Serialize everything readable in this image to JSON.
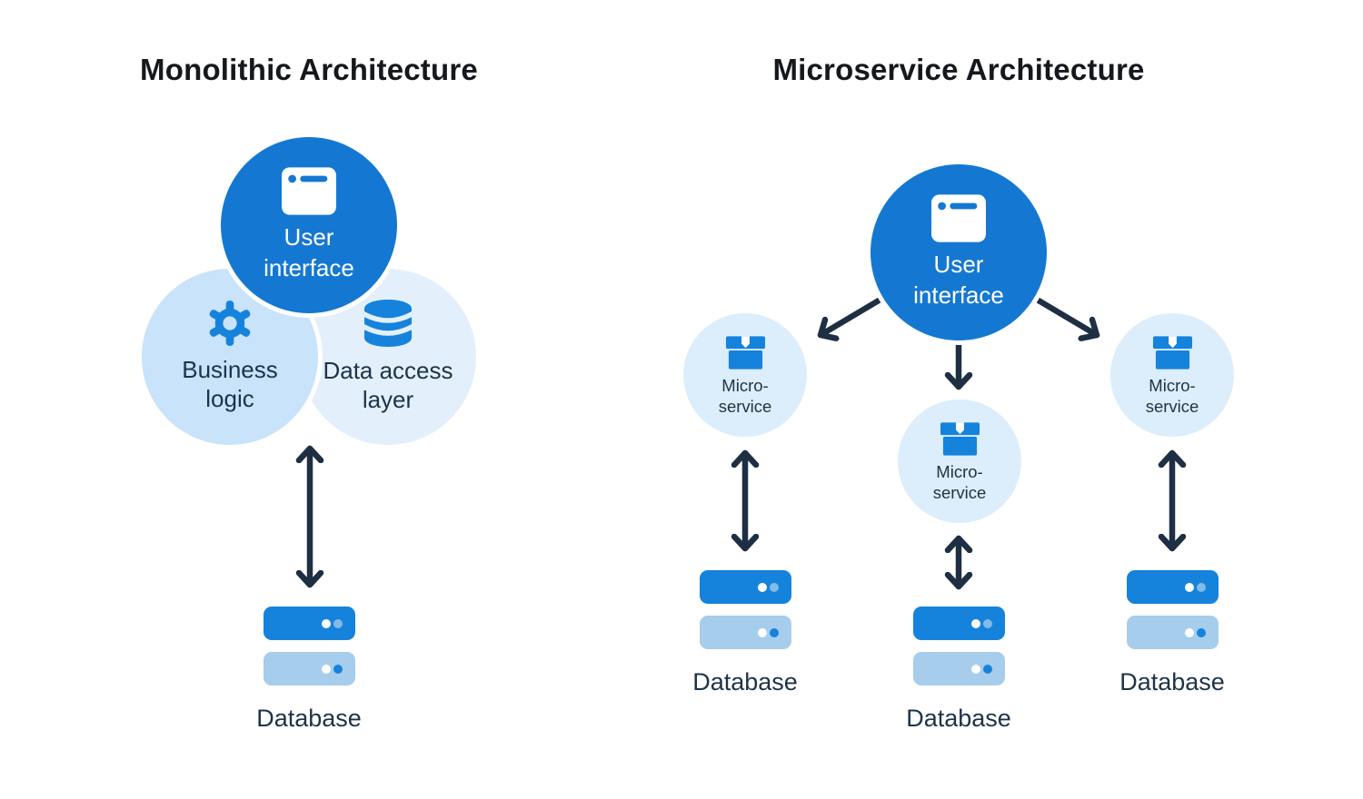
{
  "colors": {
    "primary_blue": "#1478d2",
    "icon_blue": "#1583dc",
    "business_circle_bg": "#c8e3fa",
    "data_access_circle_bg": "#e3f0fc",
    "microservice_circle_bg": "#dceefb",
    "db_server_dark": "#1583dc",
    "db_server_light": "#a6cdec",
    "arrow_color": "#1e2f44",
    "title_text": "#15181d",
    "label_text": "#1e3348"
  },
  "left_diagram": {
    "title": "Monolithic Architecture",
    "user_interface": {
      "label": "User interface",
      "icon": "browser-window-icon"
    },
    "business_logic": {
      "label": "Business logic",
      "icon": "gear-icon"
    },
    "data_access": {
      "label": "Data access layer",
      "icon": "database-cylinder-icon"
    },
    "database_label": "Database"
  },
  "right_diagram": {
    "title": "Microservice Architecture",
    "user_interface": {
      "label": "User interface",
      "icon": "browser-window-icon"
    },
    "microservices": [
      {
        "label": "Micro-service",
        "icon": "package-icon"
      },
      {
        "label": "Micro-service",
        "icon": "package-icon"
      },
      {
        "label": "Micro-service",
        "icon": "package-icon"
      }
    ],
    "database_labels": [
      "Database",
      "Database",
      "Database"
    ]
  }
}
